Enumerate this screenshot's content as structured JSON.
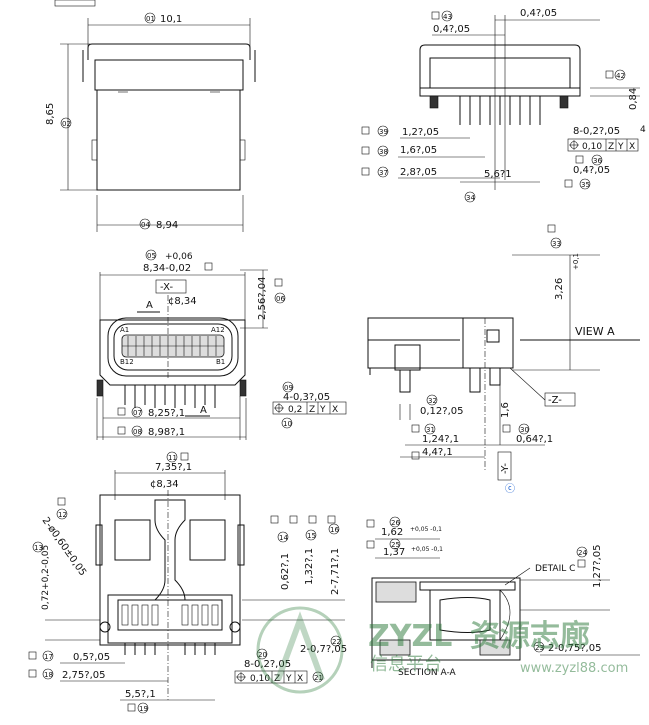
{
  "top_left": {
    "width_label": "10,1",
    "width_bubble": "01",
    "height_label": "8,65",
    "height_bubble": "02",
    "bottom_label": "8,94",
    "bottom_bubble": "04"
  },
  "top_right": {
    "labels": [
      "0,4?,05",
      "0,4?,05",
      "0,84",
      "1,2?,05",
      "1,6?,05",
      "2,8?,05",
      "5,6?1",
      "8-0,2?,05",
      "0,10",
      "0,4?,05"
    ],
    "bubbles": [
      "43",
      "42",
      "39",
      "38",
      "37",
      "34",
      "36",
      "35"
    ],
    "refs": [
      "Z",
      "Y",
      "X"
    ]
  },
  "mid_left": {
    "width_tol": "+0,06",
    "width_label": "8,34-0,02",
    "width_bubble": "05",
    "datum_x": "-X-",
    "cl_label": "¢8,34",
    "section_a": "A",
    "height_label": "2,56?,04",
    "height_bubble": "06",
    "pins_label": "4-0,3?,05",
    "pins_bubble": "09",
    "pos_tol": "0,2",
    "pos_bubble": "10",
    "pitch_label": "8,25?,1",
    "pitch_bubble": "07",
    "overall_label": "8,98?,1",
    "overall_bubble": "08",
    "pin_a1": "A1",
    "pin_b12": "B12",
    "pin_a12": "A12",
    "pin_b1": "B1"
  },
  "mid_right": {
    "height_label": "3,26",
    "height_tol": "+0,1",
    "height_bubble": "33",
    "view_a": "VIEW A",
    "datum_z": "-Z-",
    "datum_y": "-Y-",
    "labels": [
      "0,12?,05",
      "1,24?,1",
      "4,4?,1",
      "1,6",
      "0,64?,1"
    ],
    "bubbles": [
      "32",
      "31",
      "30"
    ]
  },
  "bottom_left": {
    "width_label": "7,35?,1",
    "width_bubble": "11",
    "cl_label": "¢8,34",
    "hole_label": "2-ø0,60±0,05",
    "hole_bubble": "12",
    "side_label": "0,72+0,2-0,05",
    "side_bubble": "13",
    "bubbles_right": [
      "14",
      "15",
      "16"
    ],
    "v_labels": [
      "0,62?,1",
      "1,32?,1",
      "2-7,71?,1"
    ],
    "b17": "17",
    "b18": "18",
    "b19": "19",
    "b20": "20",
    "b21": "21",
    "b22": "22",
    "l_05": "0,5?,05",
    "l_275": "2,75?,05",
    "l_55": "5,5?,1",
    "l_pins": "8-0,2?,05",
    "pos_tol": "0,10",
    "l_07": "2-0,7?,05"
  },
  "bottom_right": {
    "b26": "26",
    "l_162": "1,62",
    "tol_162": "+0,05 -0,1",
    "b25": "25",
    "l_137": "1,37",
    "tol_137": "+0,05 -0,1",
    "detail_c": "DETAIL C",
    "b24": "24",
    "l_127": "1,27?,05",
    "section": "SECTION A-A",
    "b23": "23",
    "l_075": "2-0,75?,05"
  },
  "watermark": {
    "title": "资源志廊",
    "logo_text": "ZYZL",
    "sub": "信息平台",
    "url": "www.zyzl88.com"
  },
  "colors": {
    "ink": "#111111",
    "watermark": "#2b7a3a",
    "blue_mark": "#1a5fd0"
  }
}
